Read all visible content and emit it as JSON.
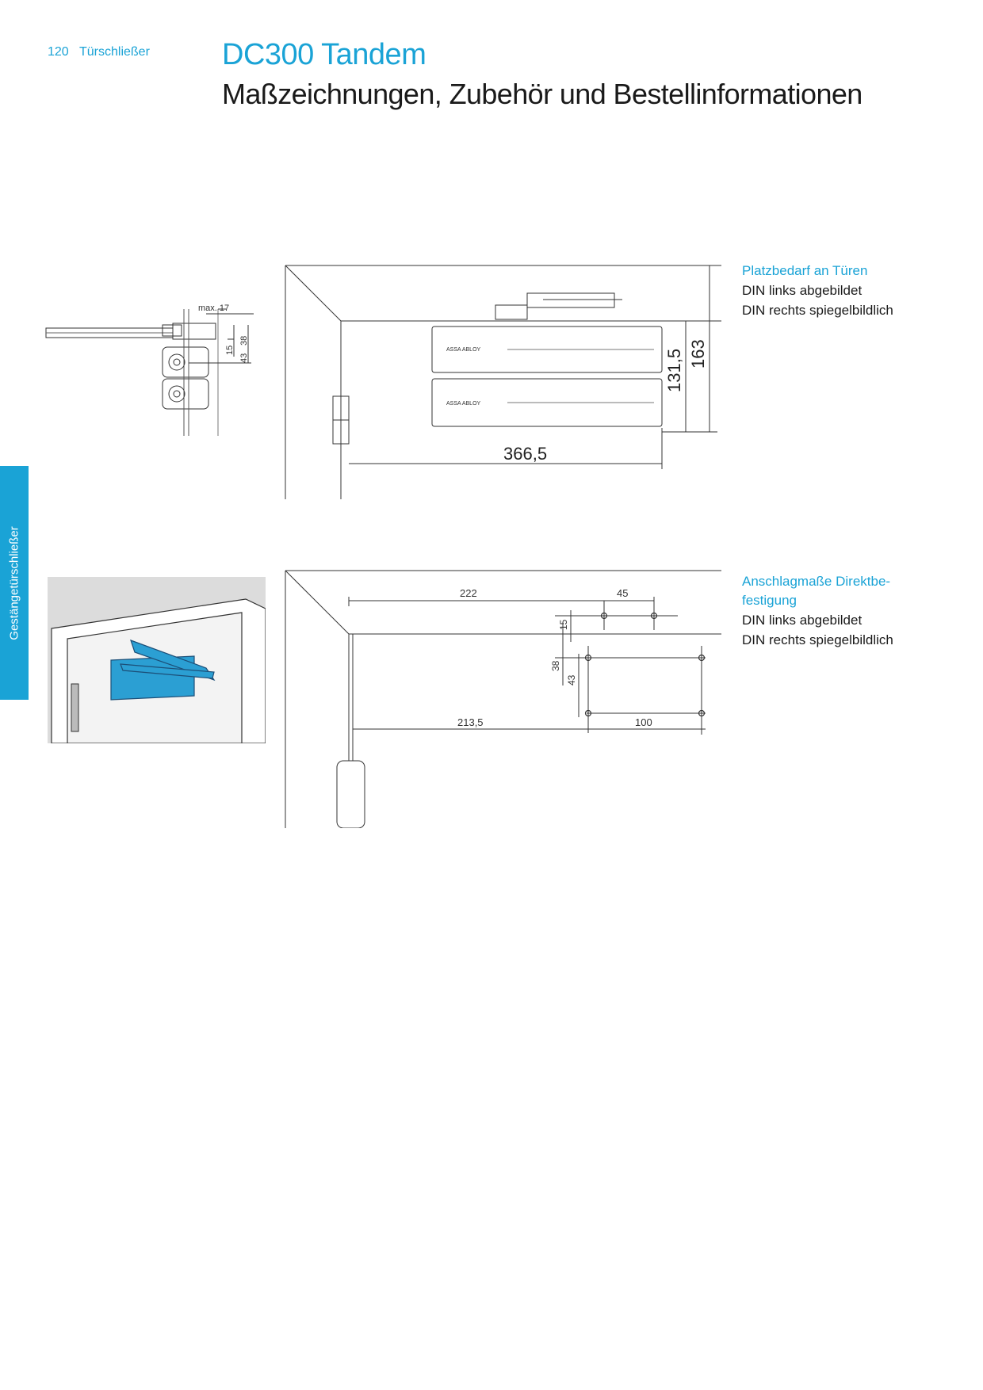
{
  "header": {
    "page_number": "120",
    "section": "Türschließer",
    "title": "DC300 Tandem",
    "subtitle": "Maßzeichnungen, Zubehör und Bestellinformationen"
  },
  "sidebar": {
    "label": "Gestängetürschließer"
  },
  "figure1": {
    "caption_title": "Platzbedarf an Türen",
    "caption_lines": [
      "DIN links abgebildet",
      "DIN rechts spiegelbildlich"
    ],
    "dim_width": "366,5",
    "dim_height_1": "131,5",
    "dim_height_2": "163",
    "brand_text": "ASSA ABLOY"
  },
  "side_view": {
    "dim_max": "max. 17",
    "dim_38": "38",
    "dim_15": "15",
    "dim_43": "43"
  },
  "figure2": {
    "caption_title_1": "Anschlagmaße Direktbe-",
    "caption_title_2": "festigung",
    "caption_lines": [
      "DIN links abgebildet",
      "DIN rechts spiegelbildlich"
    ],
    "dim_222": "222",
    "dim_45": "45",
    "dim_15": "15",
    "dim_38": "38",
    "dim_43": "43",
    "dim_2135": "213,5",
    "dim_100": "100"
  },
  "colors": {
    "accent": "#1aa3d6",
    "product_blue": "#2b9fd3",
    "illustration_bg": "#dcdcdc"
  }
}
